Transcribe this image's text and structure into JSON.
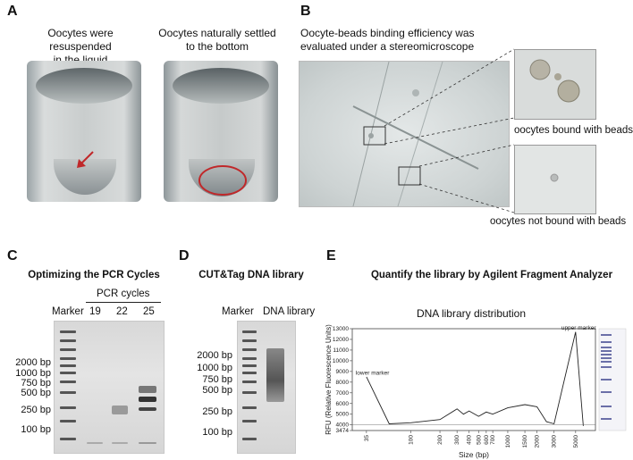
{
  "panels": {
    "A": {
      "label": "A",
      "caption_left": "Oocytes were resuspended\nin the liquid",
      "caption_right": "Oocytes naturally settled\nto the bottom"
    },
    "B": {
      "label": "B",
      "caption": "Oocyte-beads binding efficiency was\nevaluated under a stereomicroscope",
      "inset_top_label": "oocytes bound with beads",
      "inset_bottom_label": "oocytes not bound with beads"
    },
    "C": {
      "label": "C",
      "title": "Optimizing the PCR Cycles",
      "pcr_cycles_label": "PCR cycles",
      "marker_label": "Marker",
      "lanes": [
        "19",
        "22",
        "25"
      ],
      "ladder": [
        "2000 bp",
        "1000 bp",
        "750 bp",
        "500 bp",
        "250 bp",
        "100 bp"
      ]
    },
    "D": {
      "label": "D",
      "title": "CUT&Tag DNA library",
      "marker_label": "Marker",
      "lane_label": "DNA library",
      "ladder": [
        "2000 bp",
        "1000 bp",
        "750 bp",
        "500 bp",
        "250 bp",
        "100 bp"
      ]
    },
    "E": {
      "label": "E",
      "title": "Quantify the library by Agilent Fragment Analyzer",
      "subtitle": "DNA library distribution",
      "ylabel": "RFU (Relative Fluorescence Units)",
      "xlabel": "Size (bp)",
      "lower_marker": "lower marker",
      "upper_marker": "upper marker",
      "yticks": [
        "13000",
        "12000",
        "11000",
        "10000",
        "9000",
        "8000",
        "7000",
        "6000",
        "5000",
        "4000",
        "3474"
      ],
      "xticks": [
        "35",
        "100",
        "200",
        "300",
        "400",
        "500",
        "600",
        "700",
        "1000",
        "1500",
        "2000",
        "3000",
        "5000"
      ]
    }
  },
  "chart_data": {
    "type": "line",
    "title": "DNA library distribution",
    "xlabel": "Size (bp)",
    "ylabel": "RFU (Relative Fluorescence Units)",
    "ylim": [
      3474,
      13000
    ],
    "x": [
      35,
      60,
      100,
      200,
      300,
      350,
      400,
      500,
      600,
      700,
      1000,
      1500,
      2000,
      2500,
      3000,
      5000,
      6000
    ],
    "y": [
      8500,
      4100,
      4200,
      4500,
      5500,
      5000,
      5300,
      4800,
      5200,
      5000,
      5600,
      5900,
      5700,
      4300,
      4100,
      12700,
      3900
    ]
  }
}
